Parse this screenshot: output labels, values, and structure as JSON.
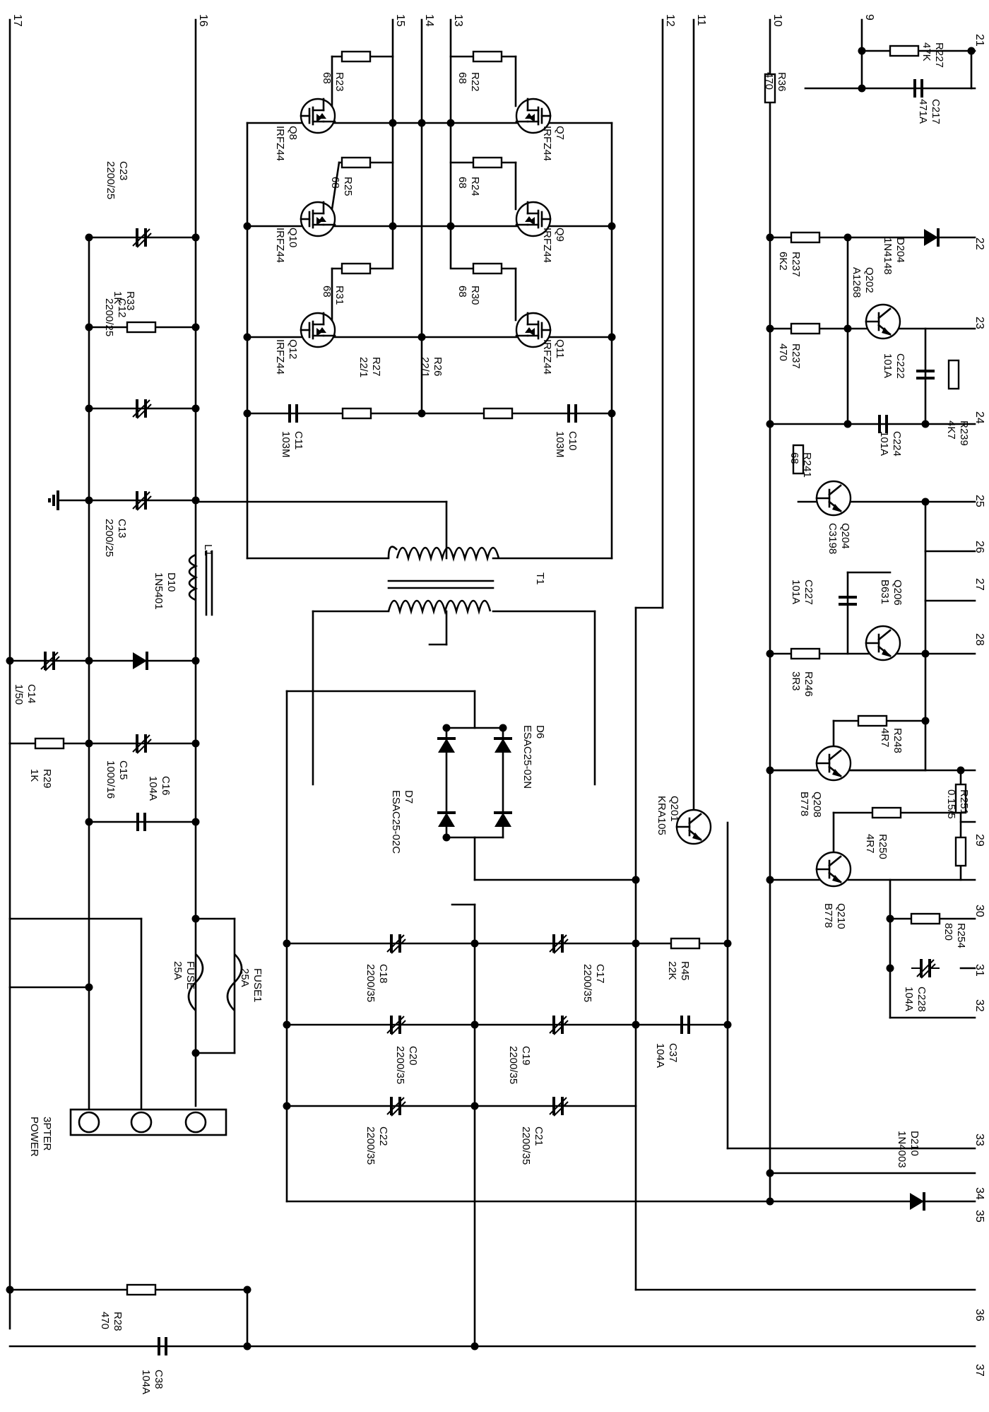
{
  "schematic": {
    "net_numbers": [
      "17",
      "16",
      "15",
      "14",
      "13",
      "12",
      "11",
      "10",
      "9",
      "21",
      "22",
      "23",
      "24",
      "25",
      "26",
      "27",
      "28",
      "29",
      "30",
      "31",
      "32",
      "33",
      "34",
      "35",
      "36",
      "37"
    ],
    "components": {
      "C23": {
        "ref": "C23",
        "value": "2200/25"
      },
      "R33": {
        "ref": "R33",
        "value": "1K"
      },
      "C12": {
        "ref": "C12",
        "value": "2200/25"
      },
      "C13": {
        "ref": "C13",
        "value": "2200/25"
      },
      "L1": {
        "ref": "L1",
        "value": ""
      },
      "D10": {
        "ref": "D10",
        "value": "1N5401"
      },
      "C14": {
        "ref": "C14",
        "value": "1/50"
      },
      "R29": {
        "ref": "R29",
        "value": "1K"
      },
      "C15": {
        "ref": "C15",
        "value": "1000/16"
      },
      "C16": {
        "ref": "C16",
        "value": "104A"
      },
      "FUSE": {
        "ref": "FUSE",
        "value": "25A"
      },
      "FUSE1": {
        "ref": "FUSE1",
        "value": "25A"
      },
      "J_3PTER": {
        "ref": "3PTER",
        "value": "POWER"
      },
      "R28": {
        "ref": "R28",
        "value": "470"
      },
      "C38": {
        "ref": "C38",
        "value": "104A"
      },
      "Q8": {
        "ref": "Q8",
        "value": "IRFZ44"
      },
      "Q10": {
        "ref": "Q10",
        "value": "IRFZ44"
      },
      "Q12": {
        "ref": "Q12",
        "value": "IRFZ44"
      },
      "Q7": {
        "ref": "Q7",
        "value": "IRFZ44"
      },
      "Q9": {
        "ref": "Q9",
        "value": "IRFZ44"
      },
      "Q11": {
        "ref": "Q11",
        "value": "IRFZ44"
      },
      "R23": {
        "ref": "R23",
        "value": "68"
      },
      "R25": {
        "ref": "R25",
        "value": "68"
      },
      "R31": {
        "ref": "R31",
        "value": "68"
      },
      "R22": {
        "ref": "R22",
        "value": "68"
      },
      "R24": {
        "ref": "R24",
        "value": "68"
      },
      "R30": {
        "ref": "R30",
        "value": "68"
      },
      "R27": {
        "ref": "R27",
        "value": "22/1"
      },
      "R26": {
        "ref": "R26",
        "value": "22/1"
      },
      "C11": {
        "ref": "C11",
        "value": "103M"
      },
      "C10": {
        "ref": "C10",
        "value": "103M"
      },
      "T1": {
        "ref": "T1",
        "value": ""
      },
      "D6": {
        "ref": "D6",
        "value": "ESAC25-02N"
      },
      "D7": {
        "ref": "D7",
        "value": "ESAC25-02C"
      },
      "Q201": {
        "ref": "Q201",
        "value": "KRA105"
      },
      "C18": {
        "ref": "C18",
        "value": "2200/35"
      },
      "C17": {
        "ref": "C17",
        "value": "2200/35"
      },
      "R45": {
        "ref": "R45",
        "value": "22K"
      },
      "C20": {
        "ref": "C20",
        "value": "2200/35"
      },
      "C19": {
        "ref": "C19",
        "value": "2200/35"
      },
      "C37": {
        "ref": "C37",
        "value": "104A"
      },
      "C22": {
        "ref": "C22",
        "value": "2200/35"
      },
      "C21": {
        "ref": "C21",
        "value": "2200/35"
      },
      "R36": {
        "ref": "R36",
        "value": "470"
      },
      "R227": {
        "ref": "R227",
        "value": "47K"
      },
      "C217": {
        "ref": "C217",
        "value": "471A"
      },
      "D204": {
        "ref": "D204",
        "value": "1N4148"
      },
      "R237a": {
        "ref": "R237",
        "value": "6K2"
      },
      "Q202": {
        "ref": "Q202",
        "value": "A1268"
      },
      "R237b": {
        "ref": "R237",
        "value": "470"
      },
      "C222": {
        "ref": "C222",
        "value": "101A"
      },
      "R239": {
        "ref": "R239",
        "value": "4K7"
      },
      "C224": {
        "ref": "C224",
        "value": "101A"
      },
      "R241": {
        "ref": "R241",
        "value": "68"
      },
      "Q204": {
        "ref": "Q204",
        "value": "C3198"
      },
      "C227": {
        "ref": "C227",
        "value": "101A"
      },
      "Q206": {
        "ref": "Q206",
        "value": "B631"
      },
      "R246": {
        "ref": "R246",
        "value": "3R3"
      },
      "R248": {
        "ref": "R248",
        "value": "4R7"
      },
      "Q208": {
        "ref": "Q208",
        "value": "B778"
      },
      "R251": {
        "ref": "R251",
        "value": "0.15/5"
      },
      "R250": {
        "ref": "R250",
        "value": "4R7"
      },
      "Q210": {
        "ref": "Q210",
        "value": "B778"
      },
      "R254": {
        "ref": "R254",
        "value": "820"
      },
      "C228": {
        "ref": "C228",
        "value": "104A"
      },
      "D210": {
        "ref": "D210",
        "value": "1N4003"
      }
    }
  }
}
